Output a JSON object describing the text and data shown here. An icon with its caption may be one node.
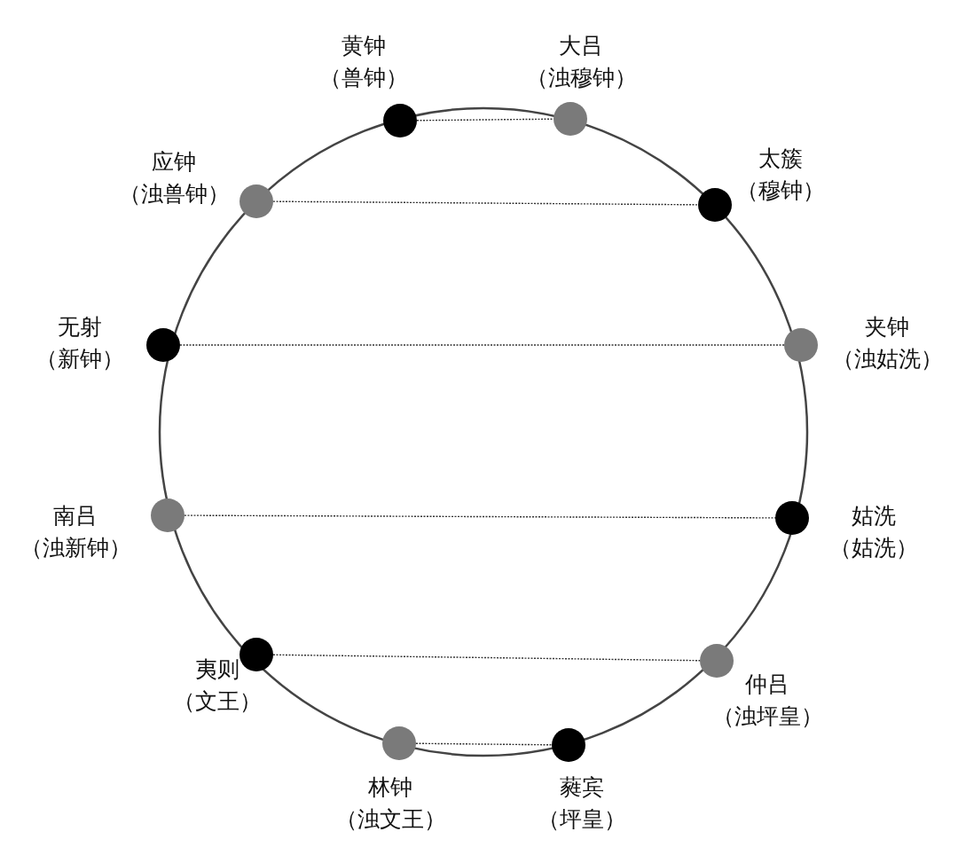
{
  "diagram": {
    "nodes": [
      {
        "text": [],
        "shape": "circle",
        "beside": [
          "黄钟",
          "（兽钟）"
        ]
      },
      {
        "text": [],
        "shape": "circle",
        "beside": [
          "大吕",
          "（浊穆钟）"
        ]
      },
      {
        "text": [],
        "shape": "circle",
        "beside": [
          "应钟",
          "（浊兽钟）"
        ]
      },
      {
        "text": [],
        "shape": "circle",
        "beside": [
          "太簇",
          "（穆钟）"
        ]
      },
      {
        "text": [],
        "shape": "circle",
        "beside": [
          "无射",
          "（新钟）"
        ]
      },
      {
        "text": [],
        "shape": "circle",
        "beside": [
          "夹钟",
          "（浊姑洗）"
        ]
      },
      {
        "text": [],
        "shape": "circle",
        "beside": [
          "南吕",
          "（浊新钟）"
        ]
      },
      {
        "text": [],
        "shape": "circle",
        "beside": [
          "姑洗",
          "（姑洗）"
        ]
      },
      {
        "text": [],
        "shape": "circle",
        "beside": [
          "夷则",
          "（文王）"
        ]
      },
      {
        "text": [],
        "shape": "circle",
        "beside": [
          "仲吕",
          "（浊坪皇）"
        ]
      },
      {
        "text": [],
        "shape": "circle",
        "beside": [
          "林钟",
          "（浊文王）"
        ]
      },
      {
        "text": [],
        "shape": "circle",
        "beside": [
          "蕤宾",
          "（坪皇）"
        ]
      }
    ],
    "edges": [
      {
        "from": 0,
        "to": 1,
        "arrow": "none",
        "style": "dashed"
      },
      {
        "from": 2,
        "to": 3,
        "arrow": "none",
        "style": "dashed"
      },
      {
        "from": 4,
        "to": 5,
        "arrow": "none",
        "style": "dashed"
      },
      {
        "from": 6,
        "to": 7,
        "arrow": "none",
        "style": "dashed"
      },
      {
        "from": 8,
        "to": 9,
        "arrow": "none",
        "style": "dashed"
      },
      {
        "from": 10,
        "to": 11,
        "arrow": "none",
        "style": "dashed"
      }
    ]
  }
}
